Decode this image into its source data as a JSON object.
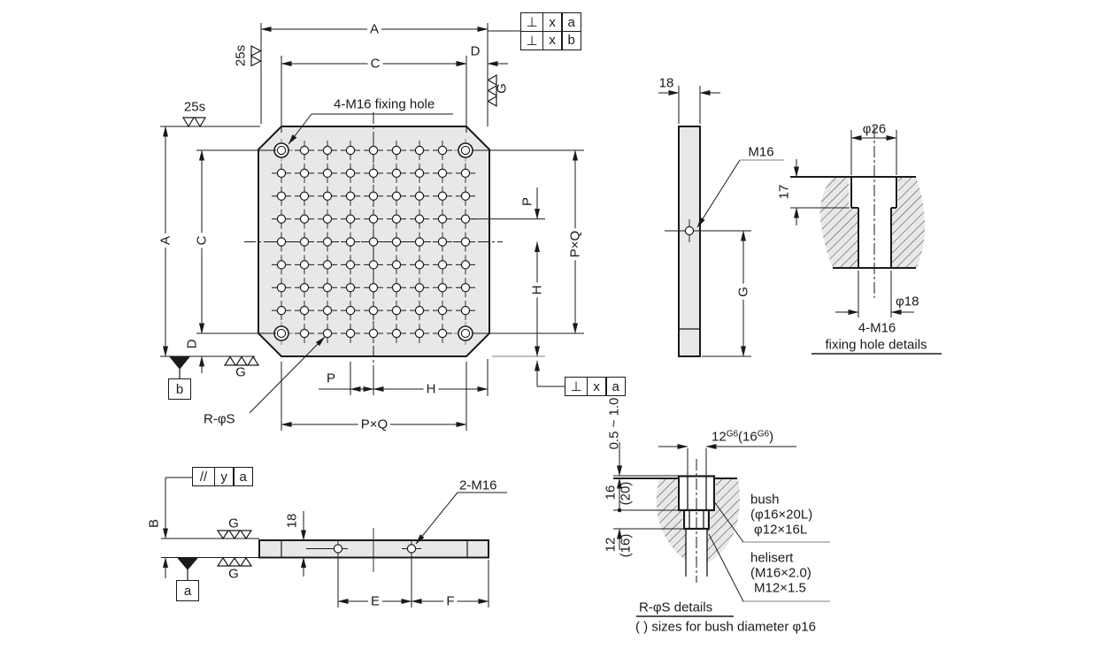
{
  "colors": {
    "line": "#1a1a1a",
    "gray": "#999999",
    "fill": "#e8e8e8",
    "hatch": "#3a3a3a"
  },
  "dims": {
    "A": "A",
    "B": "B",
    "C": "C",
    "D": "D",
    "E": "E",
    "F": "F",
    "G": "G",
    "H": "H",
    "P": "P",
    "PQ": "P×Q"
  },
  "surface": {
    "s25": "25s",
    "g": "G"
  },
  "frames": {
    "top": {
      "rows": [
        [
          "⊥",
          "x",
          "a"
        ],
        [
          "⊥",
          "x",
          "b"
        ]
      ]
    },
    "mid": [
      "⊥",
      "x",
      "a"
    ],
    "bottom_left": [
      "//",
      "y",
      "a"
    ]
  },
  "datums": {
    "a": "a",
    "b": "b"
  },
  "plate_view": {
    "grid_cols": 9,
    "grid_rows": 9,
    "fixing_hole_callout": "4-M16 fixing hole",
    "radial_hole_label": "R-φS"
  },
  "side_view": {
    "thickness": "18",
    "hole_label": "M16"
  },
  "fixing_hole_details": {
    "top_dia": "φ26",
    "counterbore_depth": "17",
    "bottom_dia": "φ18",
    "caption_line1": "4-M16",
    "caption_line2": "fixing hole details"
  },
  "bottom_view": {
    "thickness": "18",
    "hole_callout": "2-M16"
  },
  "bush_details": {
    "bore_main": "12",
    "bore_sup": "G6",
    "bore_alt": "(16",
    "bore_alt_sup": "G6",
    "bore_close": ")",
    "protrusion": "0.5 ~ 1.0",
    "depth_upper": "16",
    "depth_upper_alt": "(20)",
    "depth_lower": "12",
    "depth_lower_alt": "(16)",
    "bush_line1": "bush",
    "bush_line2": "(φ16×20L)",
    "bush_line3": "φ12×16L",
    "helisert_line1": "helisert",
    "helisert_line2": "(M16×2.0)",
    "helisert_line3": "M12×1.5",
    "caption": "R-φS details",
    "note": "(  ) sizes for bush diameter φ16"
  }
}
